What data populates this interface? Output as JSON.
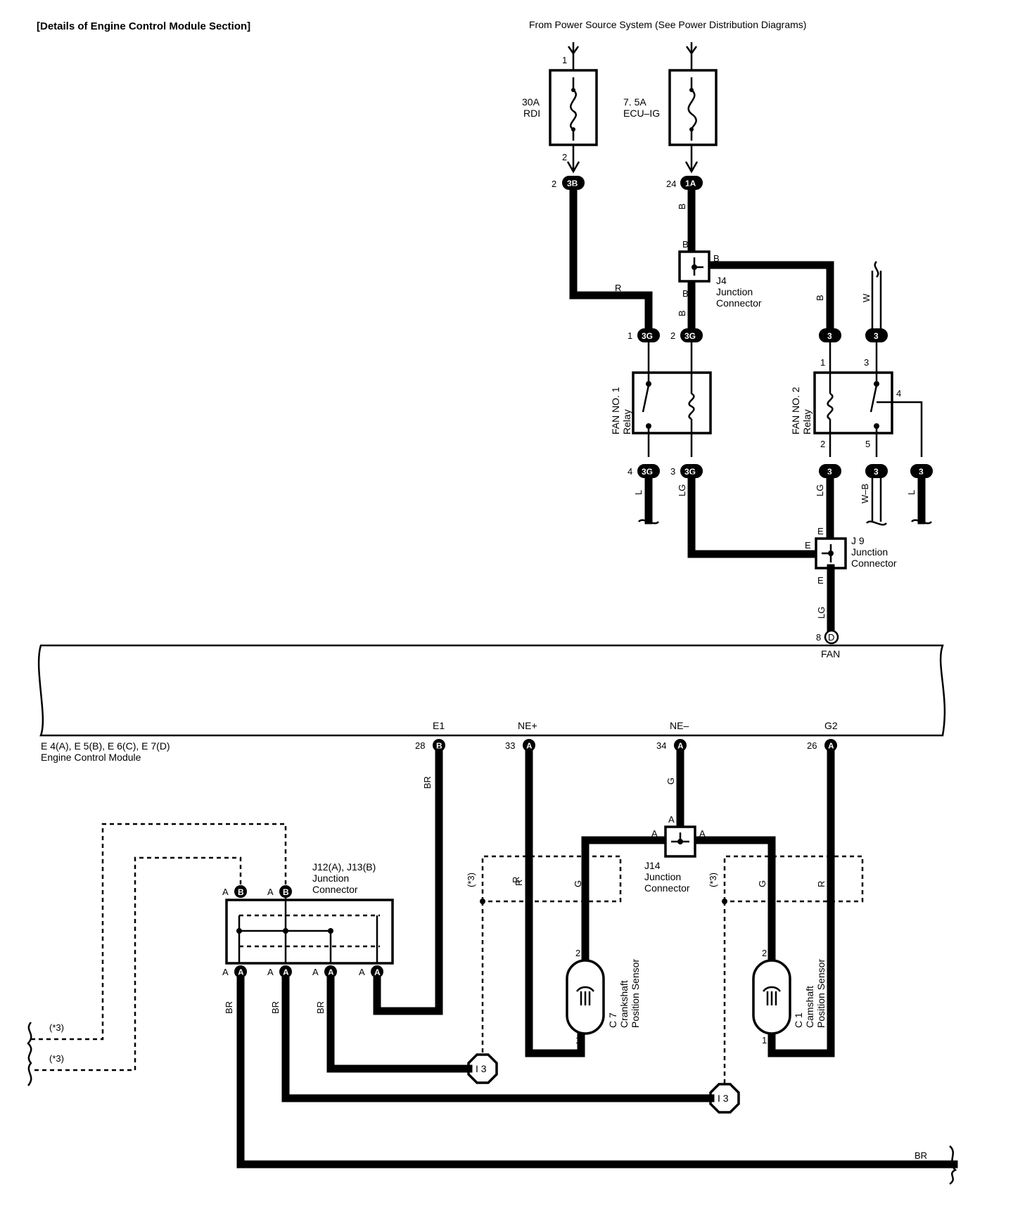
{
  "header": {
    "title": "[Details of Engine Control Module Section]",
    "power_source": "From Power Source System (See Power Distribution Diagrams)"
  },
  "fuses": [
    {
      "rating": "30A",
      "name": "RDI",
      "pin_top": "1",
      "pin_bottom": "2"
    },
    {
      "rating": "7. 5A",
      "name": "ECU–IG"
    }
  ],
  "connectors": {
    "c3b": {
      "id": "3B",
      "pin": "2"
    },
    "c1a": {
      "id": "1A",
      "pin": "24"
    },
    "c3g_1": {
      "id": "3G",
      "pin": "1"
    },
    "c3g_2": {
      "id": "3G",
      "pin": "2"
    },
    "c3g_4": {
      "id": "3G",
      "pin": "4"
    },
    "c3g_3": {
      "id": "3G",
      "pin": "3"
    },
    "c3": {
      "id": "3"
    }
  },
  "junctions": {
    "j4": {
      "name": "J4",
      "desc1": "Junction",
      "desc2": "Connector",
      "pin": "B"
    },
    "j9": {
      "name": "J 9",
      "desc1": "Junction",
      "desc2": "Connector",
      "pin": "E"
    },
    "j14": {
      "name": "J14",
      "desc1": "Junction",
      "desc2": "Connector",
      "pin": "A"
    },
    "j12": {
      "name": "J12(A), J13(B)",
      "desc1": "Junction",
      "desc2": "Connector",
      "pin_a": "A",
      "pin_b": "B"
    }
  },
  "relays": {
    "fan1": {
      "name1": "FAN NO. 1",
      "name2": "Relay"
    },
    "fan2": {
      "name1": "FAN NO. 2",
      "name2": "Relay",
      "pin1": "1",
      "pin3": "3",
      "pin4": "4",
      "pin2": "2",
      "pin5": "5"
    }
  },
  "wire_colors": {
    "b": "B",
    "r": "R",
    "w": "W",
    "lg": "LG",
    "l": "L",
    "wb": "W–B",
    "br": "BR",
    "g": "G"
  },
  "ecm": {
    "name1": "E 4(A), E 5(B), E 6(C), E 7(D)",
    "name2": "Engine Control Module",
    "fan": {
      "label": "FAN",
      "pin": "8",
      "conn": "D"
    },
    "e1": {
      "label": "E1",
      "pin": "28",
      "conn": "B"
    },
    "nep": {
      "label": "NE+",
      "pin": "33",
      "conn": "A"
    },
    "nem": {
      "label": "NE–",
      "pin": "34",
      "conn": "A"
    },
    "g2": {
      "label": "G2",
      "pin": "26",
      "conn": "A"
    }
  },
  "sensors": {
    "c7": {
      "id": "C 7",
      "name1": "Crankshaft",
      "name2": "Position Sensor",
      "pin_top": "2",
      "pin_bottom": "1"
    },
    "c1": {
      "id": "C 1",
      "name1": "Camshaft",
      "name2": "Position Sensor",
      "pin_top": "2",
      "pin_bottom": "1"
    }
  },
  "grounds": {
    "i3": "I 3"
  },
  "shield_note": "(*3)"
}
